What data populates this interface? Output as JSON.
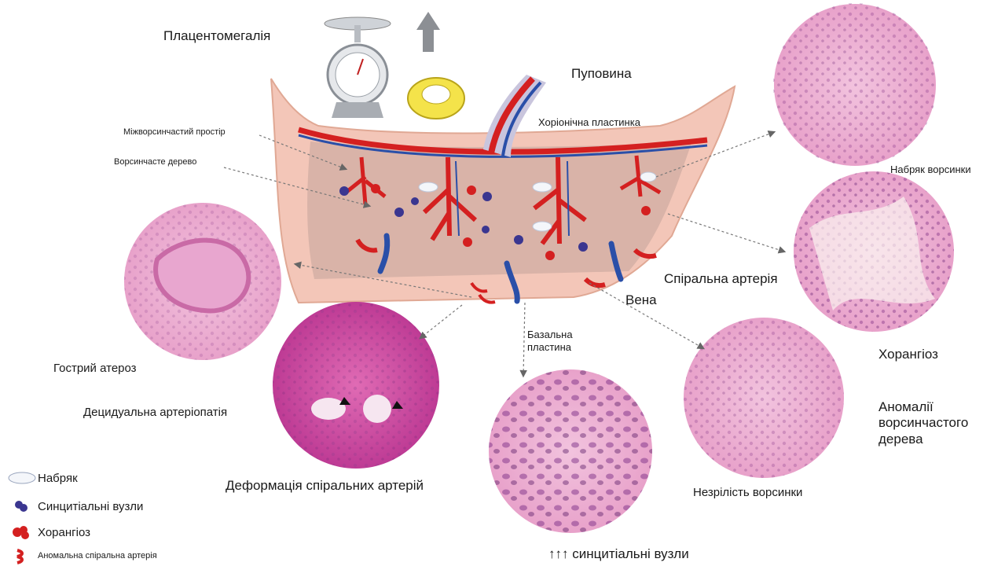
{
  "labels": {
    "placentomegaly": "Плацентомегалія",
    "umbilical_cord": "Пуповина",
    "chorionic_plate": "Хоріонічна пластинка",
    "intervillous_space": "Міжворсинчастий простір",
    "villous_tree": "Ворсинчасте дерево",
    "villous_edema": "Набряк ворсинки",
    "spiral_artery": "Спіральна артерія",
    "vein": "Вена",
    "basal_plate": "Базальна пластина",
    "chorangiosis": "Хорангіоз",
    "acute_atherosis": "Гострий атероз",
    "decidual_arteriopathy": "Децидуальна артеріопатія",
    "spiral_artery_deformation": "Деформація спіральних артерій",
    "villous_immaturity": "Незрілість ворсинки",
    "villous_tree_anomalies": "Аномалії ворсинчастого дерева",
    "syncytial_knots_increase": "↑↑↑ синцитіальні вузли"
  },
  "legend": [
    {
      "icon": "edema-icon",
      "label": "Набряк"
    },
    {
      "icon": "syncytial-knot-icon",
      "label": "Синцитіальні вузли"
    },
    {
      "icon": "chorangiosis-icon",
      "label": "Хорангіоз"
    },
    {
      "icon": "abnormal-spiral-artery-icon",
      "label": "Аномальна спіральна артерія"
    }
  ],
  "colors": {
    "artery": "#d42020",
    "vein": "#2a4fa8",
    "placenta_outer": "#f3c6b8",
    "placenta_inner": "#d9b3a8",
    "villus": "#c9c5dd",
    "he_stain": "#e394c2",
    "he_stain_dark": "#c0459b"
  }
}
